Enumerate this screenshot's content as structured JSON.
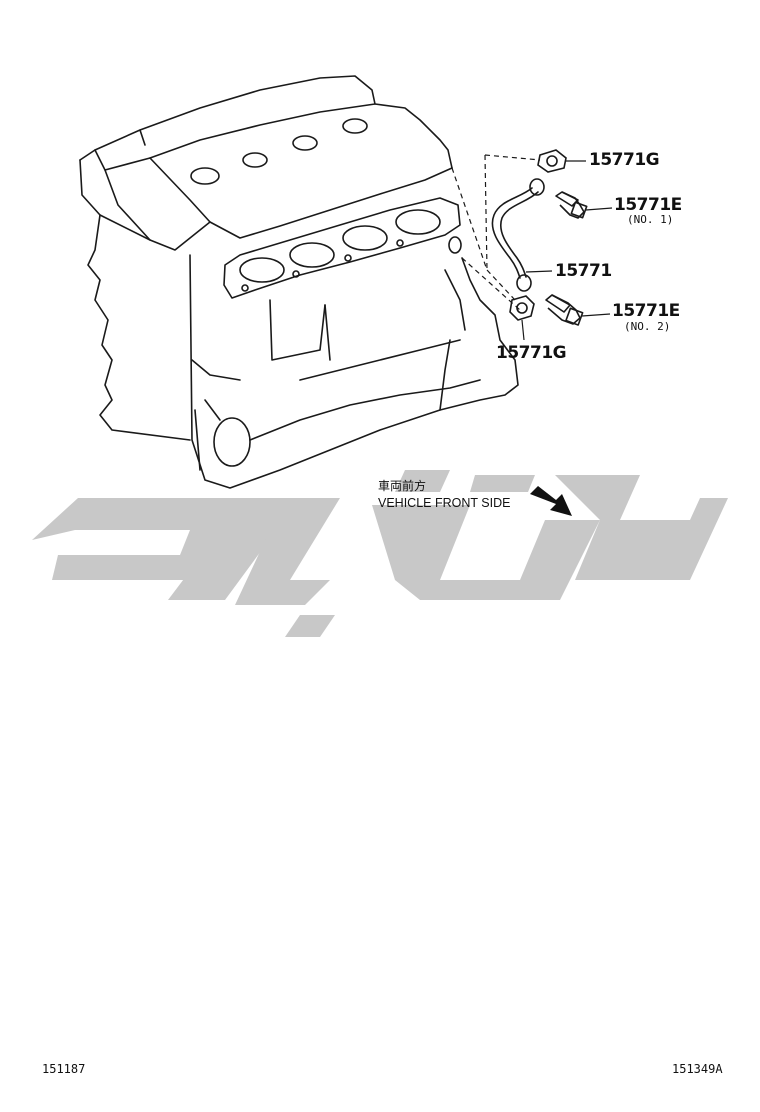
{
  "parts": {
    "p15771g_top": "15771G",
    "p15771e_no1": "15771E",
    "p15771e_no1_sub": "(NO. 1)",
    "p15771": "15771",
    "p15771e_no2": "15771E",
    "p15771e_no2_sub": "(NO. 2)",
    "p15771g_bottom": "15771G"
  },
  "orientation": {
    "japanese": "車両前方",
    "english": "VEHICLE FRONT SIDE"
  },
  "footer": {
    "left_code": "151187",
    "right_code": "151349A"
  },
  "colors": {
    "line": "#1a1a1a",
    "watermark": "#c8c8c8"
  }
}
